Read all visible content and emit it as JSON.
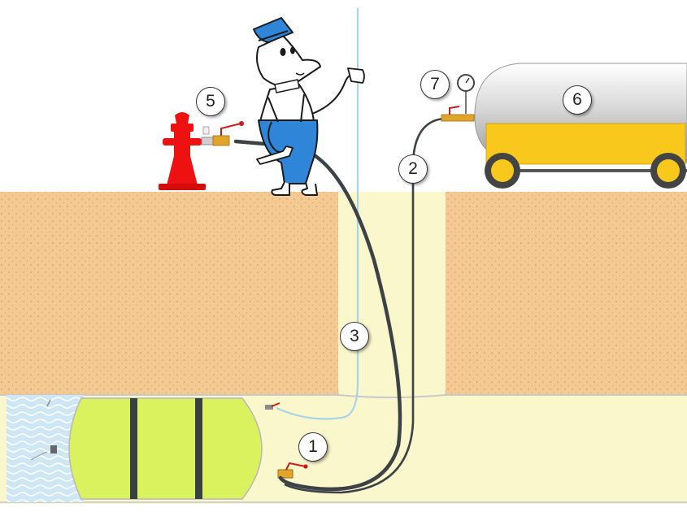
{
  "callouts": {
    "c1": "1",
    "c2": "2",
    "c3": "3",
    "c5": "5",
    "c6": "6",
    "c7": "7"
  },
  "colors": {
    "soil": "#f4c992",
    "trench": "#fbf7cc",
    "plug": "#d9f25e",
    "hydrant": "#ee1111",
    "tank_body": "#dcdcdc",
    "tank_band": "#f8c81c",
    "hose": "#3d4247",
    "water": "#cfe6f4",
    "overalls": "#2f86d8"
  }
}
